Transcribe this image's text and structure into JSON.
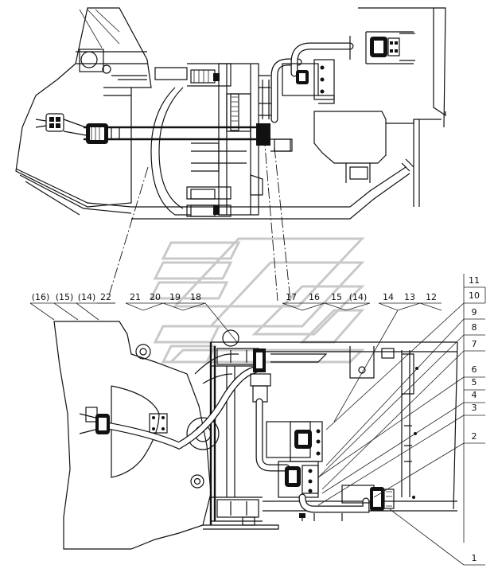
{
  "diagram": {
    "left_group_labels": [
      "(16)",
      "(15)",
      "(14)",
      "22"
    ],
    "middle_group_labels": [
      "21",
      "20",
      "19",
      "18"
    ],
    "right_middle_group_labels": [
      "17",
      "16",
      "15",
      "(14)"
    ],
    "right_group_labels": [
      "14",
      "13",
      "12"
    ],
    "boxed_labels": [
      "11",
      "10",
      "9",
      "8",
      "7",
      "6",
      "5",
      "4",
      "3",
      "2"
    ],
    "bottom_label": "1"
  }
}
